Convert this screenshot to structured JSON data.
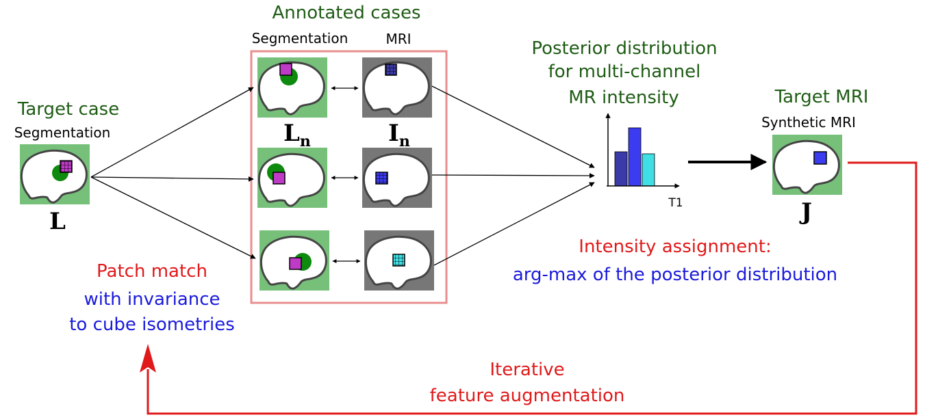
{
  "colors": {
    "title_green": "#1e5c14",
    "red": "#e0191a",
    "blue": "#1a1adb",
    "black": "#000000",
    "tile_green": "#76c07a",
    "tile_gray": "#777777",
    "frame_pink": "#e88e8e",
    "dot_green": "#0e8a0e",
    "patch_magenta": "#c03ac8",
    "patch_navy": "#3a3aa8",
    "patch_blue": "#3b3bf0",
    "patch_cyan": "#3ee0e6"
  },
  "target_case": {
    "title": "Target case",
    "subtitle": "Segmentation",
    "symbol": "L"
  },
  "annotated_cases": {
    "title": "Annotated cases",
    "col_segmentation": "Segmentation",
    "col_mri": "MRI",
    "symbol_seg": "L",
    "symbol_seg_sub": "n",
    "symbol_mri": "I",
    "symbol_mri_sub": "n"
  },
  "posterior": {
    "title_line1": "Posterior distribution",
    "title_line2": "for multi-channel",
    "title_line3": "MR intensity",
    "axis_label": "T1",
    "chart_data": {
      "type": "bar",
      "values": [
        0.5,
        0.85,
        0.47
      ],
      "colors": [
        "#3a3aa8",
        "#3b3bf0",
        "#3ee0e6"
      ]
    }
  },
  "target_mri": {
    "title": "Target MRI",
    "subtitle": "Synthetic MRI",
    "symbol": "J"
  },
  "intensity": {
    "line1": "Intensity assignment:",
    "line2": "arg-max of the posterior distribution"
  },
  "patch_match": {
    "line1": "Patch match",
    "line2": "with invariance",
    "line3": "to cube isometries"
  },
  "iterative": {
    "line1": "Iterative",
    "line2": "feature augmentation"
  },
  "icons": [
    "brain-icon",
    "patch-icon",
    "arrow-icon",
    "histogram-icon"
  ]
}
